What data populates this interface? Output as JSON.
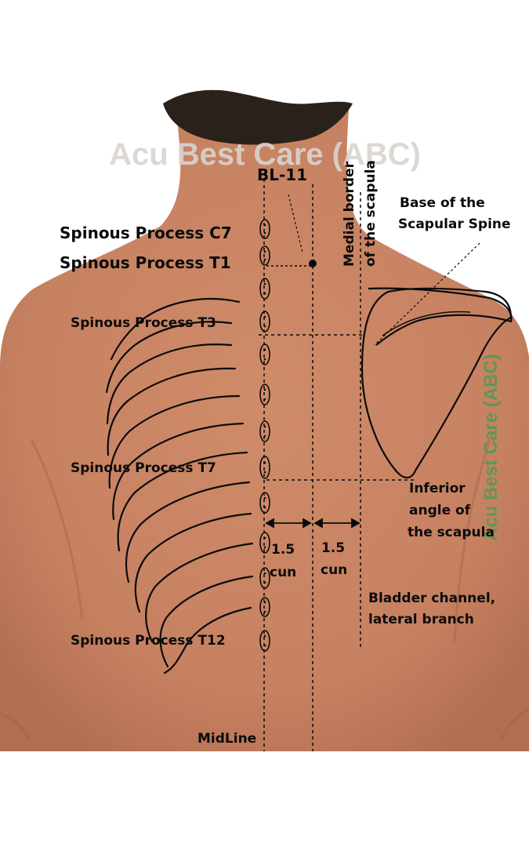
{
  "labels": {
    "watermark_top": "Acu Best Care (ABC)",
    "watermark_side": "Acu Best Care (ABC)",
    "point": "BL-11",
    "medial_border_1": "Medial border",
    "medial_border_2": "of the scapula",
    "base_spine_1": "Base of the",
    "base_spine_2": "Scapular Spine",
    "c7": "Spinous Process C7",
    "t1": "Spinous Process T1",
    "t3": "Spinous Process T3",
    "t7": "Spinous Process T7",
    "t12": "Spinous Process T12",
    "inferior_1": "Inferior",
    "inferior_2": "angle of",
    "inferior_3": "the scapula",
    "cun_left_1": "1.5",
    "cun_left_2": "cun",
    "cun_right_1": "1.5",
    "cun_right_2": "cun",
    "bladder_1": "Bladder channel,",
    "bladder_2": "lateral branch",
    "midline": "MidLine"
  },
  "colors": {
    "skin": "#c98563",
    "skin_shadow": "#b0704f",
    "hair": "#2b211b",
    "ink": "#0b0b0b",
    "watermark_top": "#d9d4d0",
    "watermark_side": "#4f9a57"
  }
}
